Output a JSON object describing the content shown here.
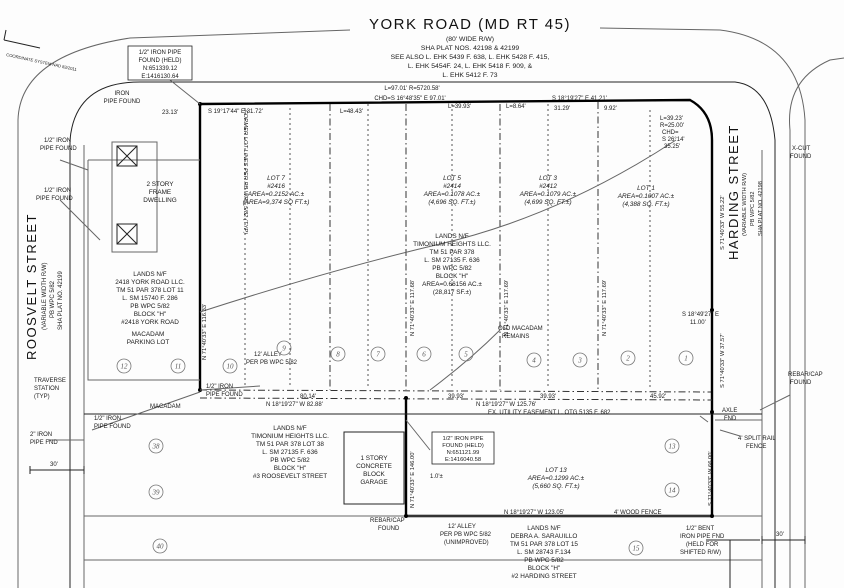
{
  "york_road": {
    "title": "YORK ROAD (MD RT 45)",
    "width": "(80' WIDE R/W)",
    "plat": "SHA PLAT NOS. 42198 & 42199",
    "ref1": "SEE ALSO L. EHK 5439 F. 638, L. EHK 5428 F. 415,",
    "ref2": "L. EHK 5454F. 24, L. EHK 5418 F. 909, &",
    "ref3": "L. EHK 5412 F. 73"
  },
  "roosevelt": {
    "name": "ROOSVELT STREET",
    "width": "(VARIABLE WIDTH R/W)",
    "deed": "PB WPC 5/82",
    "plat": "SHA PLAT NO. 42199"
  },
  "harding": {
    "name": "HARDING STREET",
    "width": "(VARIABLE WIDTH R/W)",
    "deed": "PB WPC 5/82",
    "plat": "SHA PLAT NO. 42198"
  },
  "corner_note": "COORDINATE SYSTEM NAD 83/2011",
  "top_pipe": {
    "l1": "1/2\" IRON PIPE",
    "l2": "FOUND (HELD)",
    "l3": "N:651339.12",
    "l4": "E:1416130.64"
  },
  "lower_pipe": {
    "l1": "1/2\" IRON PIPE",
    "l2": "FOUND (HELD)",
    "l3": "N:651121.99",
    "l4": "E:1416040.58"
  },
  "notes": {
    "pipe_found_top": "IRON",
    "pipe_found_top2": "PIPE FOUND",
    "pipe1_l1": "1/2\" IRON",
    "pipe1_l2": "PIPE FOUND",
    "pipe2_l1": "1/2\" IRON",
    "pipe2_l2": "PIPE FOUND",
    "pipe3": "1/2\" IRON",
    "pipe3b": "PIPE FOUND",
    "pipe4": "1/2\" IRON",
    "pipe4b": "PIPE FOUND",
    "pipe5": "2\" IRON",
    "pipe5b": "PIPE FND",
    "traverse1": "TRAVERSE",
    "traverse2": "STATION",
    "traverse3": "(TYP)",
    "xcut1": "X-CUT",
    "xcut2": "FOUND",
    "rebar1": "REBAR/CAP",
    "rebar2": "FOUND",
    "rebar3": "REBAR/CAP",
    "rebar4": "FOUND",
    "axle1": "AXLE",
    "axle2": "FND",
    "split1": "4' SPLIT RAIL",
    "split2": "FENCE",
    "wood": "4' WOOD FENCE",
    "bent1": "1/2\" BENT",
    "bent2": "IRON PIPE FND",
    "bent3": "(HELD FOR",
    "bent4": "SHIFTED R/W)",
    "oldmac1": "OLD MACADAM",
    "oldmac2": "REMAINS",
    "macadam": "MACADAM",
    "utility": "EX. UTILITY EASEMENT L. OTG 5135 F. 682",
    "former_lines": "FORMER LOT LINES PER PB WPC 5/82 (TYP)",
    "alley1a": "12' ALLEY",
    "alley1b": "PER PB WPC 5/82",
    "alley2a": "12' ALLEY",
    "alley2b": "PER PB WPC 5/82",
    "alley2c": "(UNIMPROVED)"
  },
  "dwelling": {
    "l1": "2 STORY",
    "l2": "FRAME",
    "l3": "DWELLING"
  },
  "garage": {
    "l1": "1 STORY",
    "l2": "CONCRETE",
    "l3": "BLOCK",
    "l4": "GARAGE"
  },
  "parking": {
    "l1": "MACADAM",
    "l2": "PARKING LOT"
  },
  "lands_2418": {
    "l1": "LANDS N/F",
    "l2": "2418 YORK ROAD LLC.",
    "l3": "TM 51 PAR 378 LOT 11",
    "l4": "L. SM 15740 F. 286",
    "l5": "PB WPC 5/82",
    "l6": "BLOCK \"H\"",
    "l7": "#2418 YORK ROAD"
  },
  "lands_timonium_main": {
    "l1": "LANDS N/F",
    "l2": "TIMONIUM HEIGHTS LLC.",
    "l3": "TM 51 PAR 378",
    "l4": "L. SM 27135 F. 636",
    "l5": "PB WPC 5/82",
    "l6": "BLOCK \"H\"",
    "l7": "AREA=0.66156 AC.±",
    "l8": "(28,817 SF.±)"
  },
  "lands_timonium_38": {
    "l1": "LANDS N/F",
    "l2": "TIMONIUM HEIGHTS LLC.",
    "l3": "TM 51 PAR 378 LOT 38",
    "l4": "L. SM 27135 F. 636",
    "l5": "PB WPC 5/82",
    "l6": "BLOCK \"H\"",
    "l7": "#3 ROOSEVELT STREET"
  },
  "lands_sarauillo": {
    "l1": "LANDS N/F",
    "l2": "DEBRA A. SARAUILLO",
    "l3": "TM 51 PAR 378 LOT 15",
    "l4": "L. SM 28743 F.134",
    "l5": "PB WPC 5/82",
    "l6": "BLOCK \"H\"",
    "l7": "#2 HARDING STREET"
  },
  "lots": {
    "lot7": {
      "name": "LOT 7",
      "num": "#2416",
      "area": "AREA=0.2152 AC.±",
      "sf": "(AREA=9,374 SQ FT.±)"
    },
    "lot5": {
      "name": "LOT 5",
      "num": "#2414",
      "area": "AREA=0.1078 AC.±",
      "sf": "(4,696 SQ. FT.±)"
    },
    "lot3": {
      "name": "LOT 3",
      "num": "#2412",
      "area": "AREA=0.1079 AC.±",
      "sf": "(4,699 SQ. FT.±)"
    },
    "lot1": {
      "name": "LOT 1",
      "area": "AREA=0.1007 AC.±",
      "sf": "(4,388 SQ. FT.±)"
    },
    "lot13": {
      "name": "LOT 13",
      "area": "AREA=0.1299 AC.±",
      "sf": "(5,660 SQ. FT.±)"
    }
  },
  "dims": {
    "arc": "L=97.01' R=5720.58'",
    "chd": "CHD=S 16°48'35\" E 97.01'",
    "top_w1": "S 19°17'44\" E 31.72'",
    "top_23": "23.13'",
    "top_l48": "L=48.43'",
    "top_l39": "L=39.93'",
    "top_l8": "L=8.64'",
    "top_b1": "S 18°19'27\" E 41.21'",
    "top_31": "31.29'",
    "top_9": "9.92'",
    "curve1": "L=39.23'",
    "curve2": "R=25.00'",
    "curve3": "CHD=",
    "curve4": "S 26°14'",
    "curve5": "35.25'",
    "n_left": "N 71°40'33\" E 116.33'",
    "n_mid1": "N 71°40'33\" E 117.68'",
    "n_mid2": "N 71°40'33\" E 117.69'",
    "n_mid3": "N 71°40'33\" E 117.69'",
    "harding_dim": "S 71°40'33\" W 55.22'",
    "s_18": "S 18°49'27\" E",
    "s_18b": "11.00'",
    "harding_low": "S 71°40'33\" W 37.57'",
    "south_line": "N 18°19'27\" W 125.76'",
    "alley_w1": "N 18°19'27\" W 82.88'",
    "d80": "80.14'",
    "d3993a": "39.93'",
    "d3993b": "39.93'",
    "d4592": "45.92'",
    "garage_dim": "N 71°40'33\" E 146.00'",
    "d10": "1.0'±",
    "harding_lot13": "S 71°40'33\" W 66.00'",
    "bottom": "N 18°19'27\" W 123.05'",
    "d30a": "30'",
    "d30b": "30'"
  },
  "lot_numbers": [
    "12",
    "11",
    "10",
    "9",
    "8",
    "7",
    "6",
    "5",
    "4",
    "3",
    "2",
    "1",
    "38",
    "39",
    "40",
    "13",
    "14",
    "15"
  ]
}
